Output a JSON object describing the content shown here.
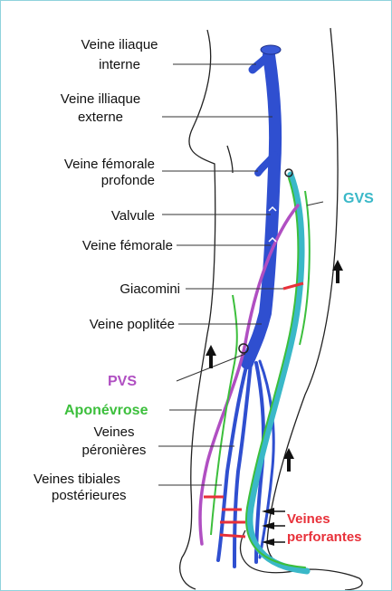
{
  "labels": {
    "iliac_int_1": "Veine iliaque",
    "iliac_int_2": "interne",
    "iliac_ext_1": "Veine illiaque",
    "iliac_ext_2": "externe",
    "fem_prof_1": "Veine fémorale",
    "fem_prof_2": "profonde",
    "valvule": "Valvule",
    "fem": "Veine fémorale",
    "giacomini": "Giacomini",
    "poplitee": "Veine poplitée",
    "pvs": "PVS",
    "aponevrose": "Aponévrose",
    "peron_1": "Veines",
    "peron_2": "péronières",
    "tib_1": "Veines tibiales",
    "tib_2": "postérieures",
    "gvs": "GVS",
    "perf_1": "Veines",
    "perf_2": "perforantes"
  },
  "colors": {
    "deep_vein": "#2f4fd0",
    "gvs": "#3ab8c8",
    "pvs": "#b04fc2",
    "aponevrose": "#3cbf3c",
    "perforantes": "#e8313a",
    "outline": "#222222"
  }
}
